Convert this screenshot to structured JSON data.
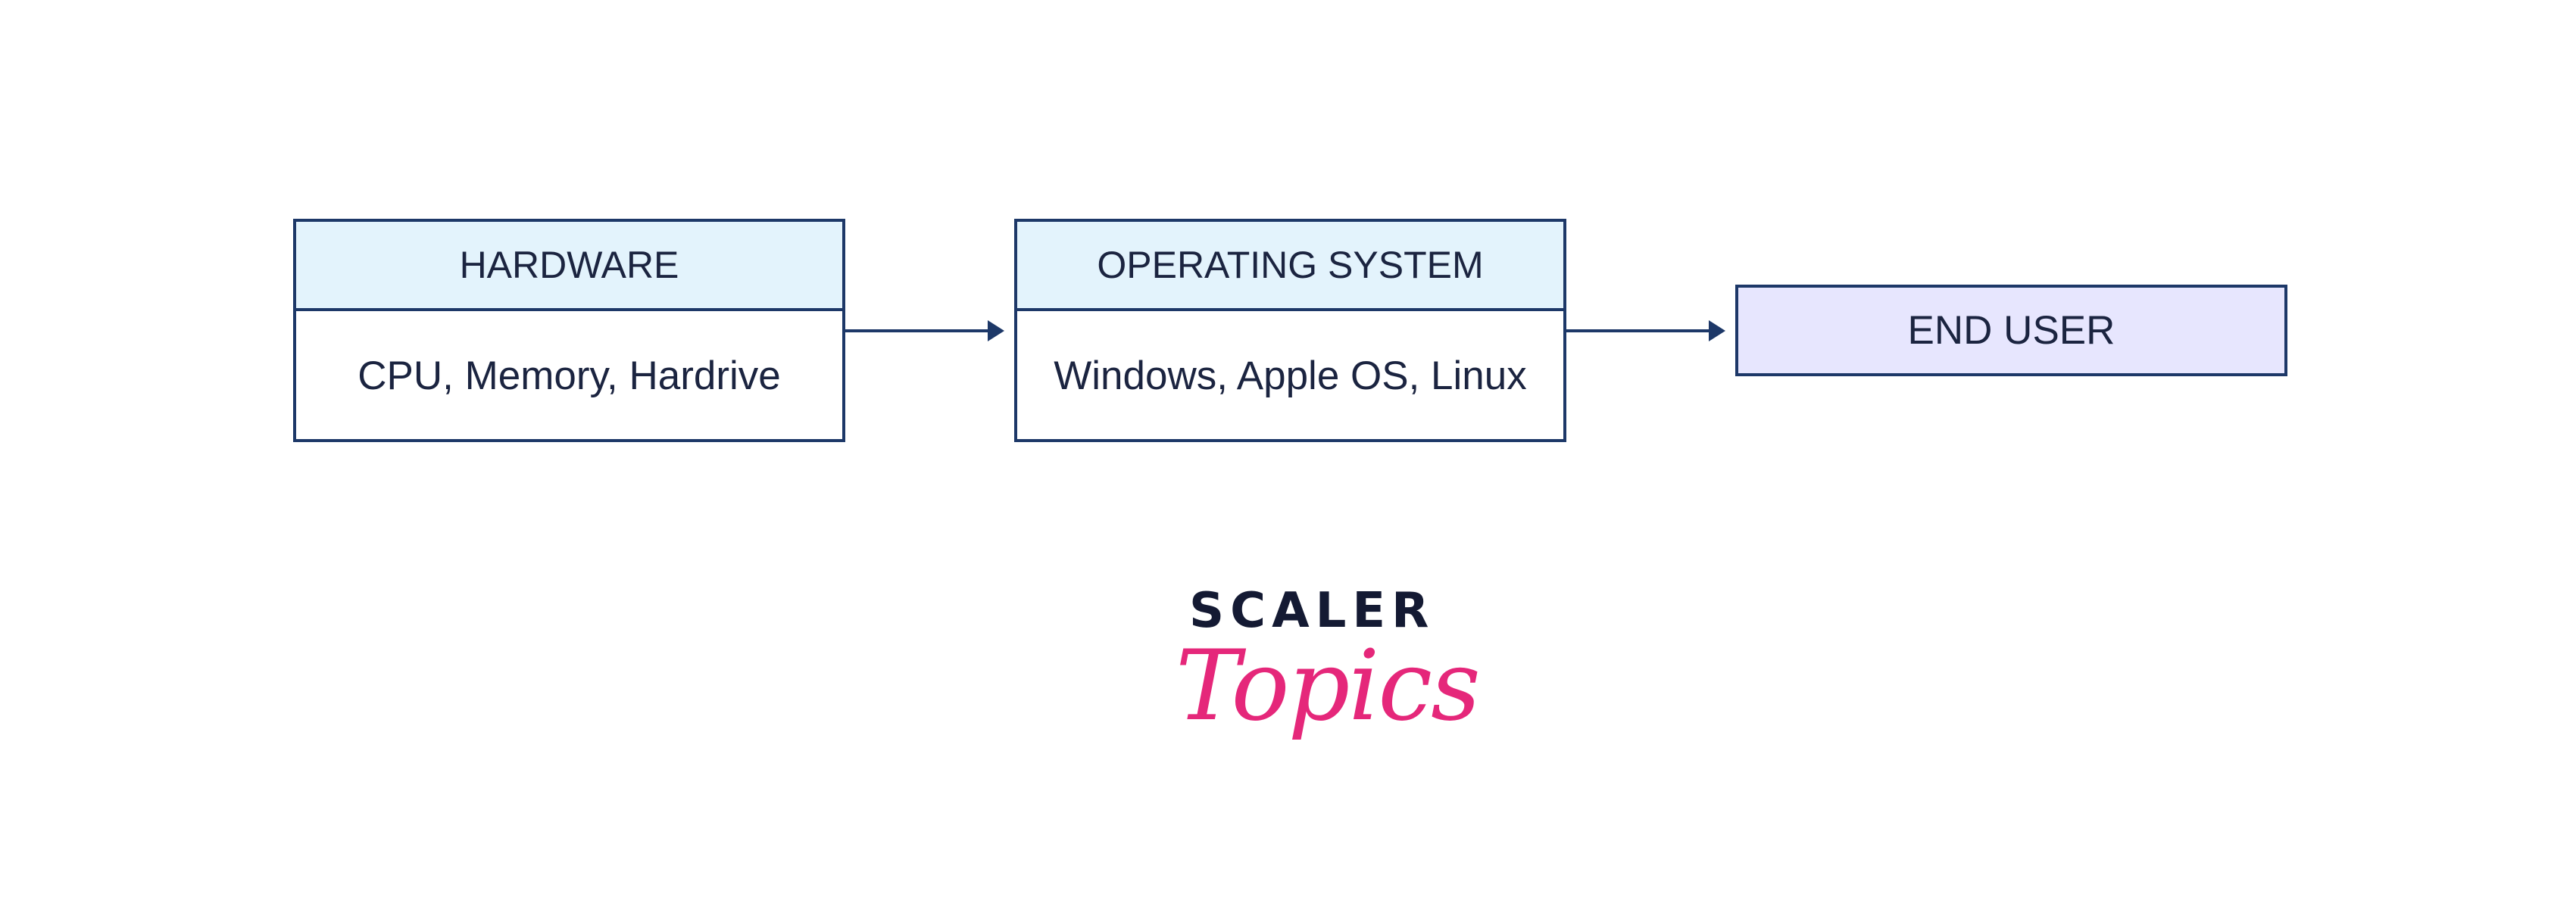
{
  "diagram": {
    "hardware": {
      "title": "HARDWARE",
      "content": "CPU, Memory, Hardrive"
    },
    "operating_system": {
      "title": "OPERATING SYSTEM",
      "content": "Windows, Apple OS, Linux"
    },
    "end_user": {
      "title": "END USER"
    },
    "colors": {
      "border": "#1d3868",
      "header_fill": "#e3f3fc",
      "end_user_fill": "#e7e6fe",
      "text": "#1b2440"
    }
  },
  "logo": {
    "line1": "SCALER",
    "line2": "Topics",
    "color_primary": "#141a33",
    "color_accent": "#e5277a"
  }
}
